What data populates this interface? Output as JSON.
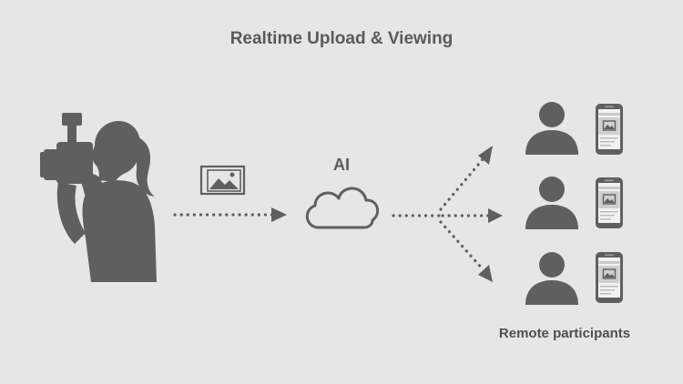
{
  "title": "Realtime Upload & Viewing",
  "cloud_label": "AI",
  "participants_label": "Remote participants",
  "colors": {
    "background": "#e6e6e6",
    "figure": "#5f5f5f",
    "text": "#5a5a5a",
    "phone_screen": "#ffffff"
  },
  "icons": {
    "photographer": "photographer-with-camera-icon",
    "photo": "photo-icon",
    "cloud": "cloud-icon",
    "participant": "person-icon",
    "device": "smartphone-icon"
  }
}
